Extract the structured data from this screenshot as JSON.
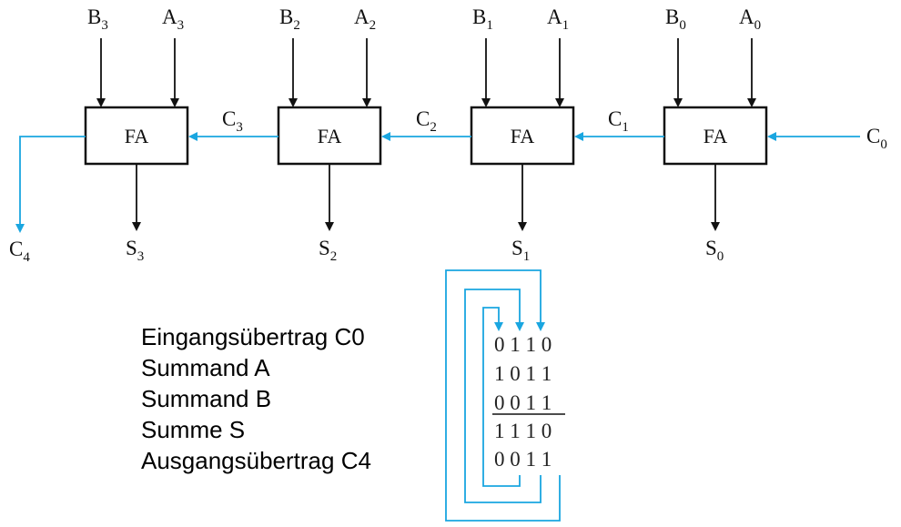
{
  "colors": {
    "carry": "#1aa6e0",
    "line": "#111111"
  },
  "adders": [
    {
      "label": "FA",
      "a": "A",
      "a_sub": "3",
      "b": "B",
      "b_sub": "3",
      "s": "S",
      "s_sub": "3"
    },
    {
      "label": "FA",
      "a": "A",
      "a_sub": "2",
      "b": "B",
      "b_sub": "2",
      "s": "S",
      "s_sub": "2"
    },
    {
      "label": "FA",
      "a": "A",
      "a_sub": "1",
      "b": "B",
      "b_sub": "1",
      "s": "S",
      "s_sub": "1"
    },
    {
      "label": "FA",
      "a": "A",
      "a_sub": "0",
      "b": "B",
      "b_sub": "0",
      "s": "S",
      "s_sub": "0"
    }
  ],
  "carries": [
    {
      "name": "C",
      "sub": "4"
    },
    {
      "name": "C",
      "sub": "3"
    },
    {
      "name": "C",
      "sub": "2"
    },
    {
      "name": "C",
      "sub": "1"
    },
    {
      "name": "C",
      "sub": "0"
    }
  ],
  "legend": [
    "Eingangsübertrag C0",
    "Summand A",
    "Summand B",
    "Summe S",
    "Ausgangsübertrag C4"
  ],
  "example_rows": [
    "0 1 1 0",
    "1 0 1 1",
    "0 0 1 1",
    "1 1 1 0",
    "0 0 1 1"
  ]
}
